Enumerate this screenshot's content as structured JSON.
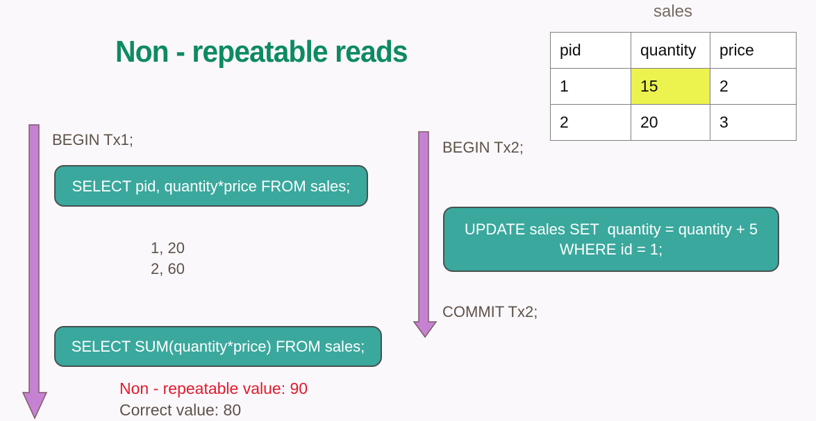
{
  "title": "Non - repeatable reads",
  "colors": {
    "background": "#fbf8fc",
    "title_green": "#0e8a63",
    "box_teal": "#3aa89d",
    "arrow_purple": "#c682d2",
    "arrow_outline": "#7d5a68",
    "text_brown": "#5d5248",
    "error_red": "#e21b2c",
    "highlight_yellow": "#ecf24e"
  },
  "table": {
    "caption": "sales",
    "headers": [
      "pid",
      "quantity",
      "price"
    ],
    "rows": [
      [
        "1",
        "15",
        "2"
      ],
      [
        "2",
        "20",
        "3"
      ]
    ],
    "highlighted_cell": "row 1 quantity = 15"
  },
  "tx1": {
    "begin": "BEGIN Tx1;",
    "select1": "SELECT pid, quantity*price FROM sales;",
    "result_line1": "1, 20",
    "result_line2": "2, 60",
    "select2": "SELECT SUM(quantity*price) FROM sales;",
    "bad_value": "Non - repeatable value: 90",
    "correct_value": "Correct value: 80"
  },
  "tx2": {
    "begin": "BEGIN Tx2;",
    "update_line1": "UPDATE sales SET  quantity = quantity + 5",
    "update_line2": "WHERE id = 1;",
    "commit": "COMMIT Tx2;"
  }
}
